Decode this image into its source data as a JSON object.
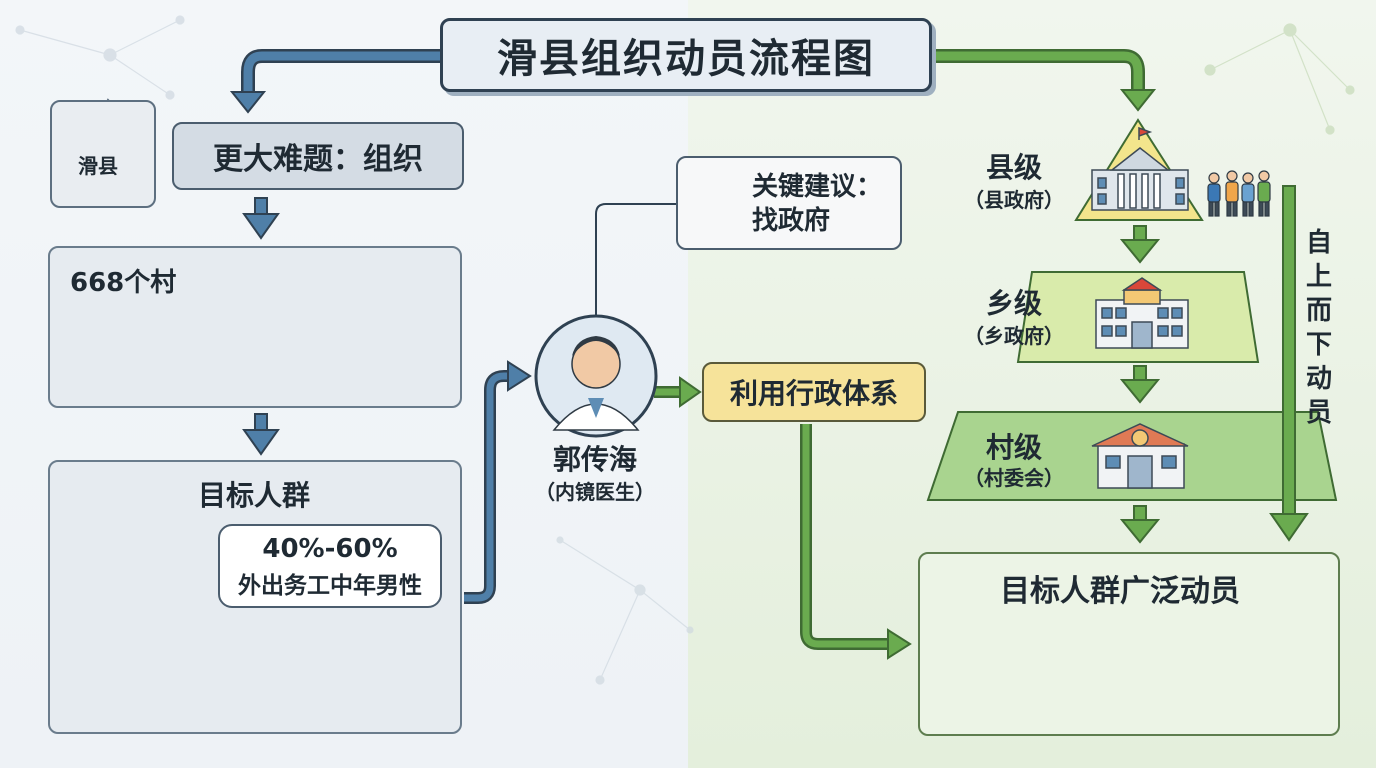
{
  "title": "滑县组织动员流程图",
  "left": {
    "map_label": "滑县",
    "problem": "更大难题：组织",
    "villages": "668个村",
    "target_group": "目标人群",
    "bubble_line1": "40%-60%",
    "bubble_line2": "外出务工中年男性"
  },
  "center": {
    "advice_line1": "关键建议：",
    "advice_line2": "找政府",
    "doctor_name": "郭传海",
    "doctor_role": "（内镜医生）",
    "admin": "利用行政体系"
  },
  "right": {
    "county": "县级",
    "county_sub": "（县政府）",
    "township": "乡级",
    "township_sub": "（乡政府）",
    "village": "村级",
    "village_sub": "（村委会）",
    "top_down": "自上而下动员",
    "result": "目标人群广泛动员"
  },
  "colors": {
    "left_arrow": "#4f7fa8",
    "right_arrow": "#6aab4f",
    "county_triangle": "#f3e58c",
    "township_trap": "#d9ebab",
    "village_trap": "#a9d48f"
  }
}
